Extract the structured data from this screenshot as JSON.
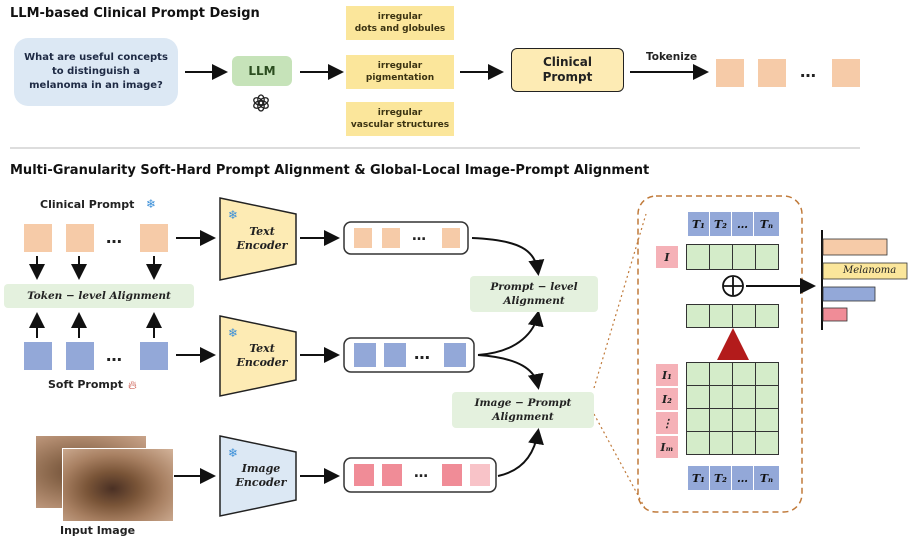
{
  "top": {
    "title": "LLM-based Clinical Prompt Design",
    "question": "What are useful concepts\nto distinguish a\nmelanoma in an image?",
    "llm": "LLM",
    "concepts": [
      "irregular\ndots and globules",
      "irregular\npigmentation",
      "irregular\nvascular structures"
    ],
    "clinical_prompt": "Clinical\nPrompt",
    "tokenize": "Tokenize",
    "dots": "…"
  },
  "bottom": {
    "title": "Multi-Granularity Soft-Hard Prompt Alignment & Global-Local Image-Prompt Alignment",
    "clinical_prompt_label": "Clinical Prompt",
    "soft_prompt_label": "Soft Prompt",
    "token_alignment": "Token − level  Alignment",
    "text_encoder": "Text\nEncoder",
    "image_encoder": "Image\nEncoder",
    "prompt_alignment": "Prompt − level\nAlignment",
    "image_prompt_alignment": "Image − Prompt\nAlignment",
    "input_image_label": "Input Image",
    "dots": "…"
  },
  "detail": {
    "t_tokens": [
      "T₁",
      "T₂",
      "…",
      "Tₙ"
    ],
    "i_global": "I",
    "i_tokens": [
      "I₁",
      "I₂",
      "⋮",
      "Iₘ"
    ],
    "oplus": "⊕",
    "result_label": "Melanoma"
  },
  "icons": {
    "openai": "openai-logo-icon",
    "frozen": "snowflake-icon",
    "trainable": "flame-icon"
  },
  "colors": {
    "peach": "#f6cba8",
    "blue": "#93a8d8",
    "pink": "#f08c97",
    "green": "#d4ecc9",
    "yellow": "#fbe69b",
    "dashed_border": "#c07a3a"
  }
}
